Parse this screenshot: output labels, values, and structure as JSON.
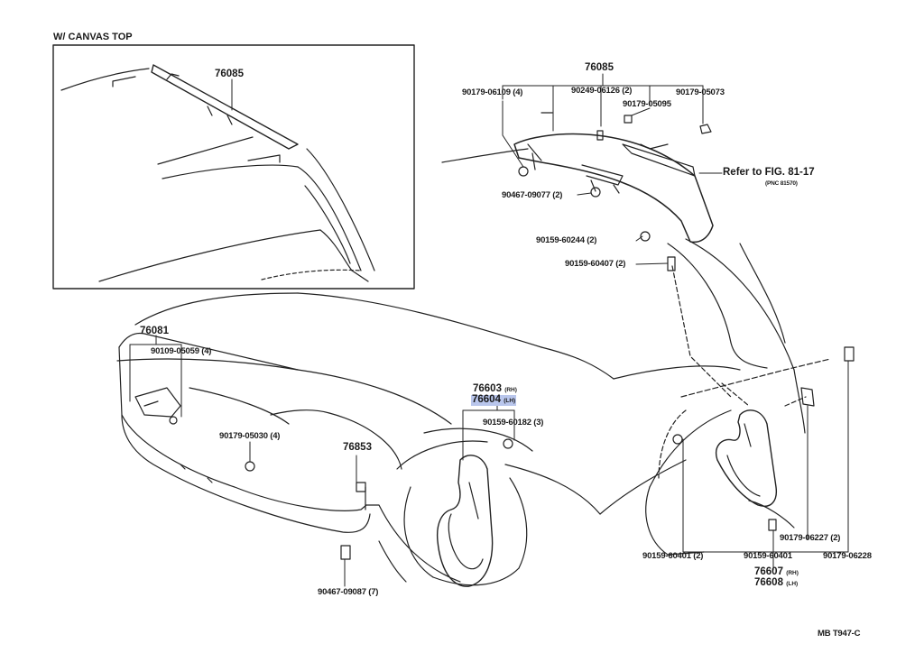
{
  "inset_title": "W/ CANVAS TOP",
  "figure_code": "MB  T947-C",
  "highlight_color": "#b9c6ec",
  "labels": {
    "inset_76085": "76085",
    "main_76085": "76085",
    "p90179_06109": "90179-06109 (4)",
    "p90249_06126": "90249-06126 (2)",
    "p90179_05073": "90179-05073",
    "p90179_05095": "90179-05095",
    "p90467_09077": "90467-09077 (2)",
    "refer_fig": "Refer to FIG. 81-17",
    "refer_pnc": "(PNC 81570)",
    "p90159_60244": "90159-60244 (2)",
    "p90159_60407": "90159-60407 (2)",
    "p76081": "76081",
    "p90109_05059": "90109-05059 (4)",
    "p76603": "76603",
    "p76603_side": "(RH)",
    "p76604": "76604",
    "p76604_side": "(LH)",
    "p90159_60182": "90159-60182 (3)",
    "p90179_05030": "90179-05030 (4)",
    "p76853": "76853",
    "p90467_09087": "90467-09087 (7)",
    "p90179_06227": "90179-06227 (2)",
    "p90159_60401_2": "90159-60401 (2)",
    "p90159_60401": "90159-60401",
    "p90179_06228": "90179-06228",
    "p76607": "76607",
    "p76607_side": "(RH)",
    "p76608": "76608",
    "p76608_side": "(LH)"
  }
}
